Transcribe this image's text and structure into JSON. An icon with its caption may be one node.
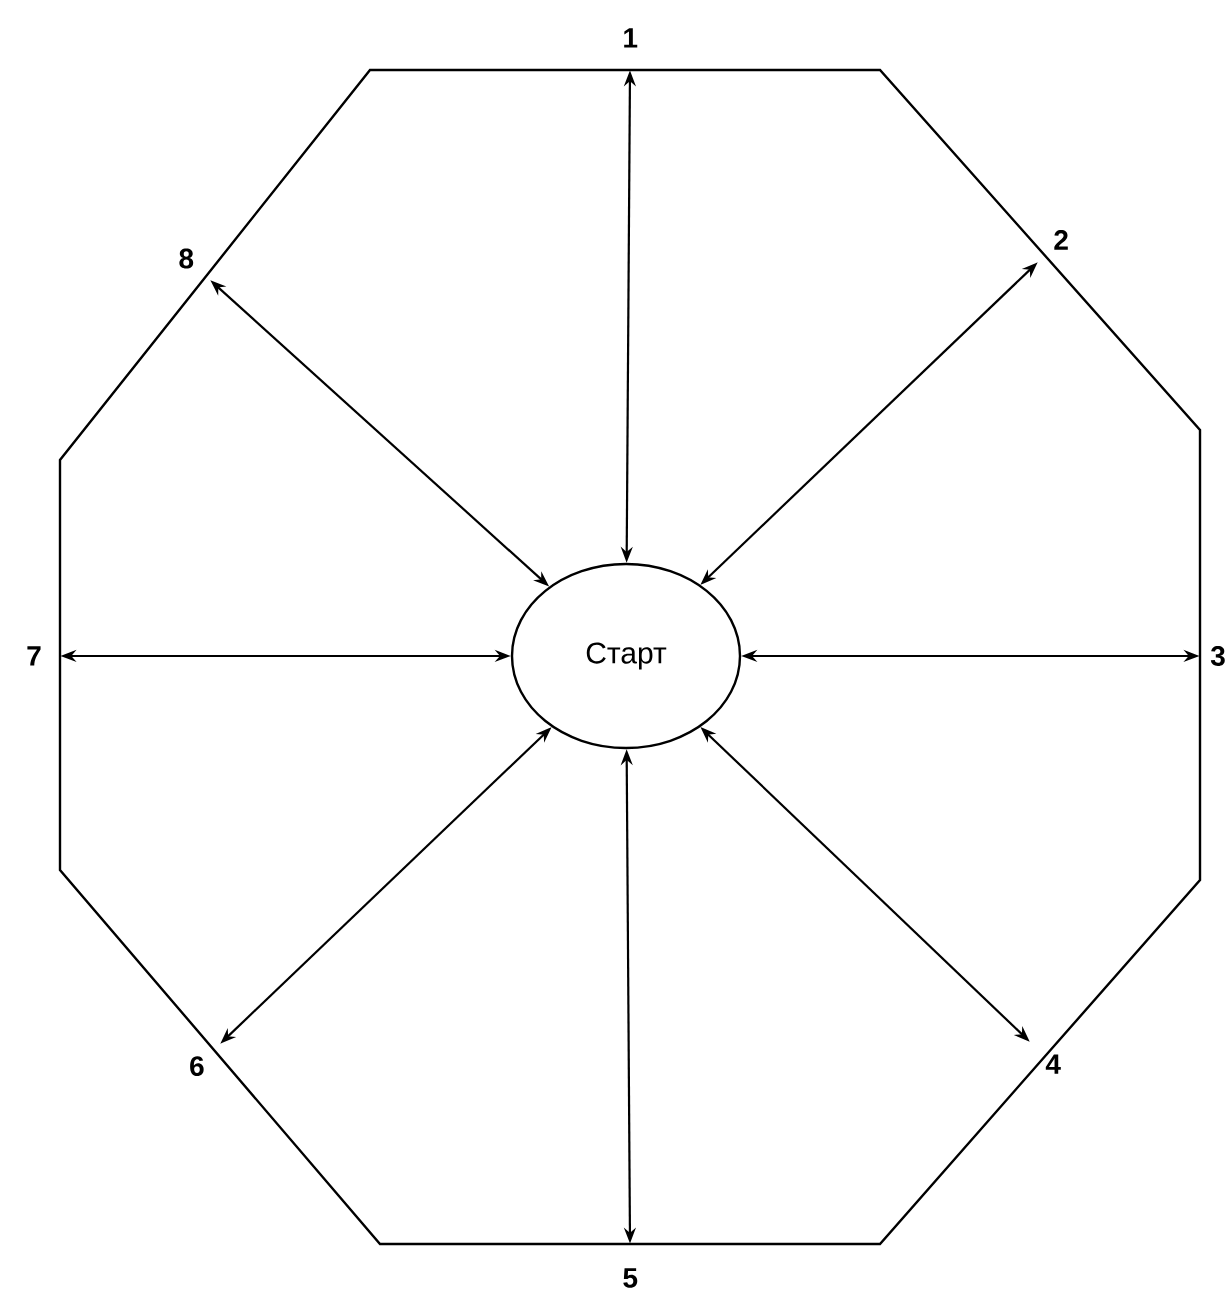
{
  "diagram": {
    "nodes": [
      {
        "text": [
          "Старт"
        ]
      },
      {
        "text": [
          "1"
        ]
      },
      {
        "text": [
          "2"
        ]
      },
      {
        "text": [
          "3"
        ]
      },
      {
        "text": [
          "4"
        ]
      },
      {
        "text": [
          "5"
        ]
      },
      {
        "text": [
          "6"
        ]
      },
      {
        "text": [
          "7"
        ]
      },
      {
        "text": [
          "8"
        ]
      }
    ],
    "edges": [
      {
        "from": 0,
        "to": 1,
        "arrow": "both"
      },
      {
        "from": 0,
        "to": 2,
        "arrow": "both"
      },
      {
        "from": 0,
        "to": 3,
        "arrow": "both"
      },
      {
        "from": 0,
        "to": 4,
        "arrow": "both"
      },
      {
        "from": 0,
        "to": 5,
        "arrow": "both"
      },
      {
        "from": 0,
        "to": 6,
        "arrow": "both"
      },
      {
        "from": 0,
        "to": 7,
        "arrow": "both"
      },
      {
        "from": 0,
        "to": 8,
        "arrow": "both"
      }
    ]
  }
}
